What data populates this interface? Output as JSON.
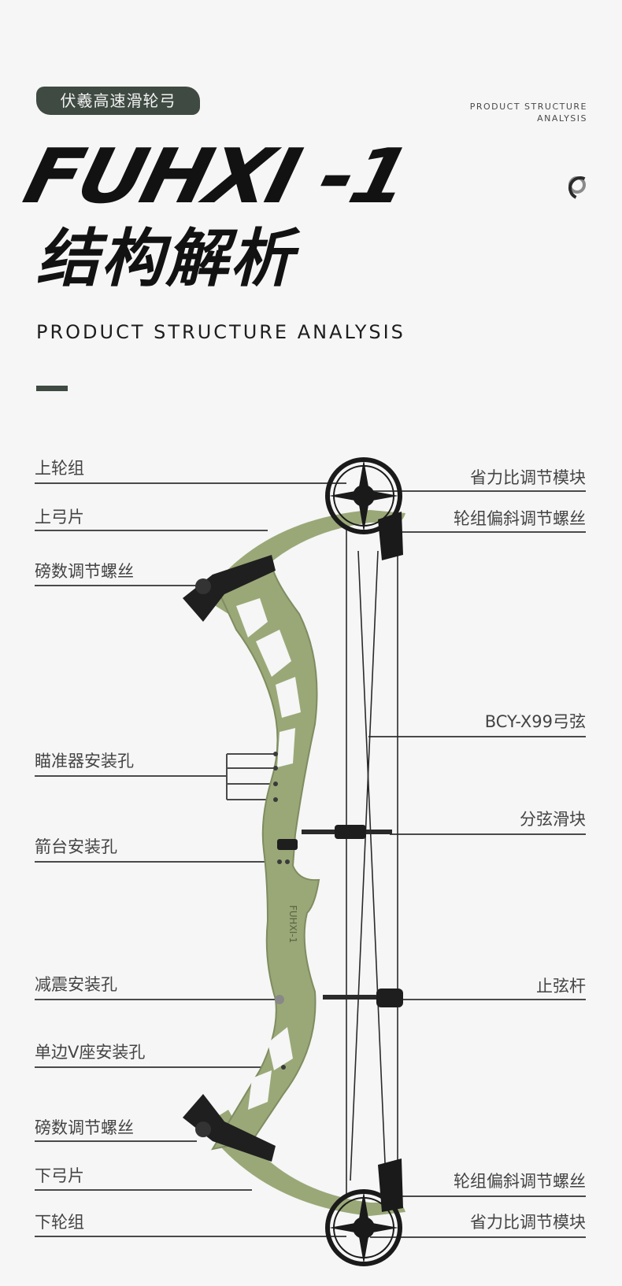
{
  "header": {
    "badge": "伏羲高速滑轮弓",
    "top_right_line1": "PRODUCT STRUCTURE",
    "top_right_line2": "ANALYSIS",
    "model_title": "FUHXI -1",
    "cn_title": "结构解析",
    "en_title": "PRODUCT STRUCTURE ANALYSIS"
  },
  "colors": {
    "background": "#f5f6f5",
    "badge": "#3e4a42",
    "riser_green": "#9aa878",
    "text": "#444444"
  },
  "labels_left": [
    "上轮组",
    "上弓片",
    "磅数调节螺丝",
    "瞄准器安装孔",
    "箭台安装孔",
    "减震安装孔",
    "单边V座安装孔",
    "磅数调节螺丝",
    "下弓片",
    "下轮组"
  ],
  "labels_right": [
    "省力比调节模块",
    "轮组偏斜调节螺丝",
    "BCY-X99弓弦",
    "分弦滑块",
    "止弦杆",
    "轮组偏斜调节螺丝",
    "省力比调节模块"
  ],
  "riser_text": "FUHXI-1"
}
